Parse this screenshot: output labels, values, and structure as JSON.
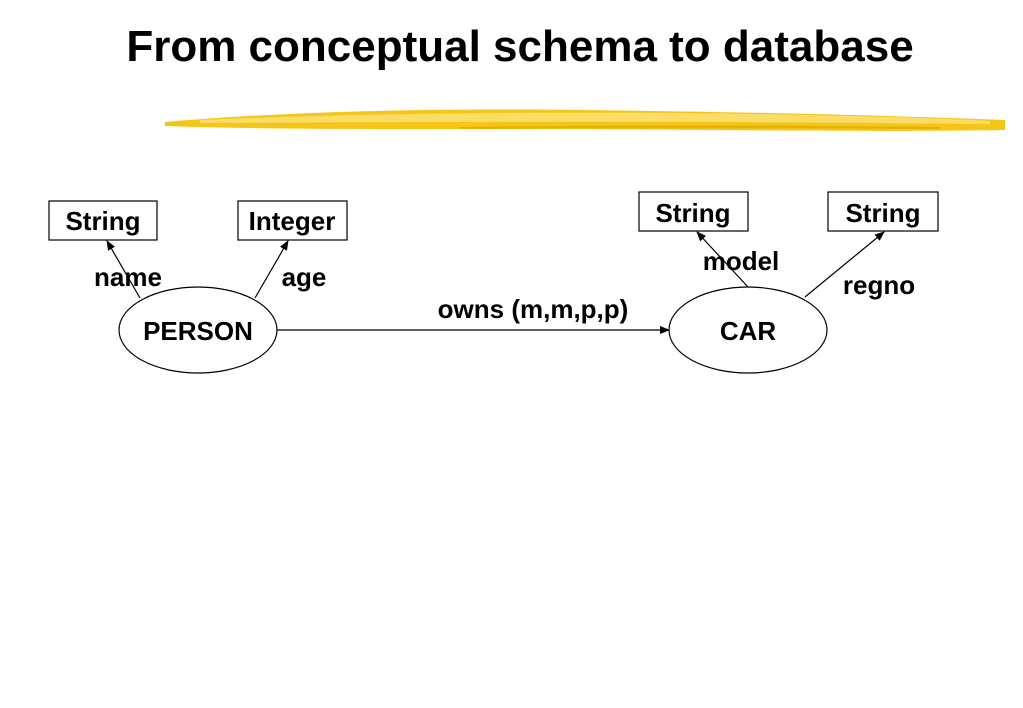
{
  "slide": {
    "title": "From conceptual schema to database",
    "accent_color": "#F5C518"
  },
  "diagram": {
    "entities": {
      "person": "PERSON",
      "car": "CAR"
    },
    "types": {
      "person_name_type": "String",
      "person_age_type": "Integer",
      "car_model_type": "String",
      "car_regno_type": "String"
    },
    "attributes": {
      "name": "name",
      "age": "age",
      "model": "model",
      "regno": "regno"
    },
    "relationship": {
      "label": "owns (m,m,p,p)"
    }
  }
}
